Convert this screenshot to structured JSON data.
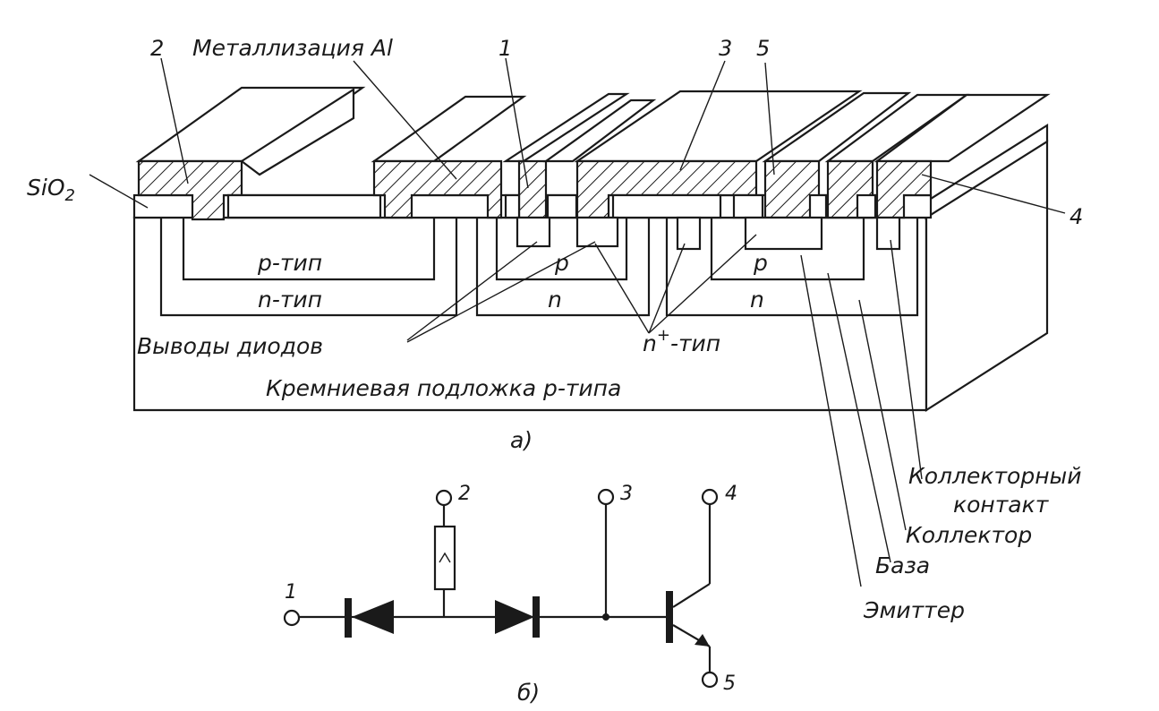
{
  "labels": {
    "sio2": "SiO",
    "sio2_sub": "2",
    "metallization": "Металлизация Al",
    "num_2": "2",
    "num_1": "1",
    "num_3": "3",
    "num_5": "5",
    "num_4": "4",
    "p_type": "p-тип",
    "n_type": "n-тип",
    "p_mid": "p",
    "n_mid": "n",
    "p_right": "p",
    "n_right": "n",
    "diode_leads": "Выводы диодов",
    "nplus_base": "n",
    "nplus_sup": "+",
    "nplus_tail": "-тип",
    "substrate": "Кремниевая подложка p-типа",
    "caption_a": "а)",
    "collector_contact_1": "Коллекторный",
    "collector_contact_2": "контакт",
    "collector": "Коллектор",
    "base": "База",
    "emitter": "Эмиттер",
    "caption_b": "б)"
  },
  "schematic_terminals": {
    "t1": "1",
    "t2": "2",
    "t3": "3",
    "t4": "4",
    "t5": "5"
  }
}
